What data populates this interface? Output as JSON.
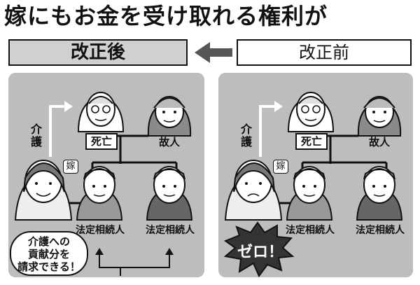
{
  "headline": "嫁にもお金を受け取れる権利が",
  "label_after": "改正後",
  "label_before": "改正前",
  "after": {
    "care_label": "介護",
    "tag": "嫁",
    "deceased_label": "死亡",
    "deceased_other": "故人",
    "heir_left": "法定相続人",
    "heir_right": "法定相続人",
    "bubble": [
      "介護への",
      "貢献分を",
      "請求できる！"
    ]
  },
  "before": {
    "care_label": "介護",
    "tag": "嫁",
    "deceased_label": "死亡",
    "deceased_other": "故人",
    "heir_left": "法定相続人",
    "heir_right": "法定相続人",
    "zero": "ゼロ！"
  }
}
